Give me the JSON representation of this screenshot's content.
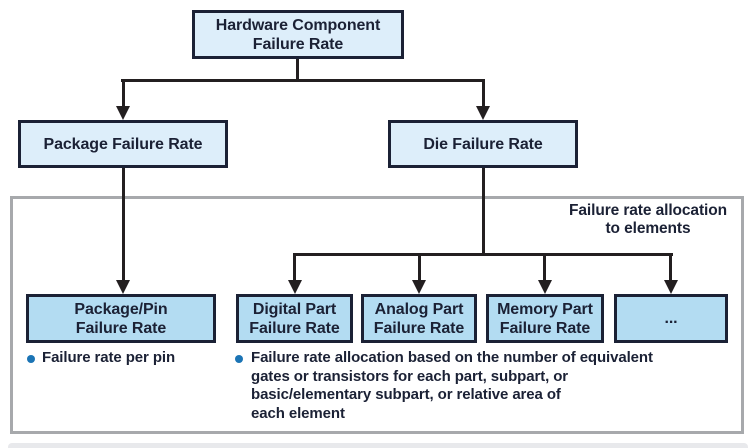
{
  "colors": {
    "box-fill-light": "#ddeefa",
    "box-fill-mid": "#b3dcf2",
    "node-border": "#1b2135",
    "ink": "#1b2135",
    "line": "#231f20",
    "frame": "#a7a9ac",
    "bullet": "#1b74b5",
    "strip": "#e8e9ec"
  },
  "nodes": {
    "root": {
      "lines": [
        "Hardware Component",
        "Failure Rate"
      ]
    },
    "package": {
      "label": "Package Failure Rate"
    },
    "die": {
      "label": "Die Failure Rate"
    },
    "package_pin": {
      "lines": [
        "Package/Pin",
        "Failure Rate"
      ]
    },
    "digital": {
      "lines": [
        "Digital Part",
        "Failure Rate"
      ]
    },
    "analog": {
      "lines": [
        "Analog Part",
        "Failure Rate"
      ]
    },
    "memory": {
      "lines": [
        "Memory Part",
        "Failure Rate"
      ]
    },
    "more": {
      "label": "..."
    }
  },
  "annotations": {
    "allocation_note": {
      "lines": [
        "Failure rate allocation",
        "to elements"
      ]
    },
    "bullet_pin": {
      "text": "Failure rate per pin"
    },
    "bullet_allocation": {
      "lines": [
        "Failure rate allocation based on the number of equivalent",
        "gates or transistors for each part, subpart, or",
        "basic/elementary subpart, or relative area of",
        "each element"
      ]
    }
  }
}
